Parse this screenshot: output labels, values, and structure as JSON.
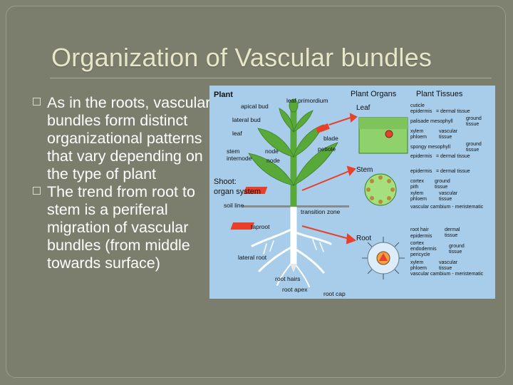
{
  "slide": {
    "title": "Organization of Vascular bundles",
    "bullets": [
      "As in the roots, vascular bundles form distinct organizational patterns that vary depending on the type of plant",
      "The trend from root to stem is a periferal migration of vascular bundles (from middle towards surface)"
    ]
  },
  "figure": {
    "heading_plant": "Plant",
    "heading_organs": "Plant Organs",
    "heading_tissues": "Plant Tissues",
    "plant_labels": {
      "apical_bud": "apical bud",
      "leaf_primordium": "leaf primordium",
      "lateral_bud": "lateral bud",
      "leaf": "leaf",
      "blade": "blade",
      "petiole": "petiole",
      "stem": "stem",
      "internode": "internode",
      "node1": "node",
      "node2": "node",
      "shoot1": "Shoot:",
      "shoot2": "organ system",
      "soil_line": "soil line",
      "transition_zone": "transition zone",
      "taproot": "taproot",
      "lateral_root": "lateral root",
      "root_hairs": "root hairs",
      "root_apex": "root apex",
      "root_cap": "root cap"
    },
    "organs": {
      "leaf": "Leaf",
      "stem": "Stem",
      "root": "Root"
    },
    "leaf_tissues": {
      "cuticle": "cuticle",
      "epidermis1": "epidermis",
      "dermal1": "= dermal tissue",
      "palisade": "palisade mesophyll",
      "ground1a": "ground",
      "ground1b": "tissue",
      "xylem": "xylem",
      "phloem": "phloem",
      "vascular1a": "vascular",
      "vascular1b": "tissue",
      "spongy": "spongy mesophyll",
      "ground2a": "ground",
      "ground2b": "tissue",
      "epidermis2": "epidermis",
      "dermal2": "= dermal tissue"
    },
    "stem_tissues": {
      "epidermis": "epidermis",
      "dermal": "= dermal tissue",
      "cortex": "cortex",
      "pith": "pith",
      "ground_a": "ground",
      "ground_b": "tissue",
      "xylem": "xylem",
      "phloem": "phloem",
      "vascular_a": "vascular",
      "vascular_b": "tissue",
      "cambium": "vascular cambium - meristematic"
    },
    "root_tissues": {
      "root_hair": "root hair",
      "epidermis": "epidermis",
      "dermal_a": "dermal",
      "dermal_b": "tissue",
      "cortex": "cortex",
      "endodermis": "endodermis",
      "pericycle": "pericycle",
      "ground_a": "ground",
      "ground_b": "tissue",
      "xylem": "xylem",
      "phloem": "phloem",
      "vascular_a": "vascular",
      "vascular_b": "tissue",
      "cambium": "vascular cambium - meristematic"
    },
    "colors": {
      "background": "#a7cdea",
      "plant_green": "#58a93a",
      "root_white": "#ffffff",
      "cut_red": "#e8402a",
      "soil_gray": "#8a8a8a"
    }
  }
}
